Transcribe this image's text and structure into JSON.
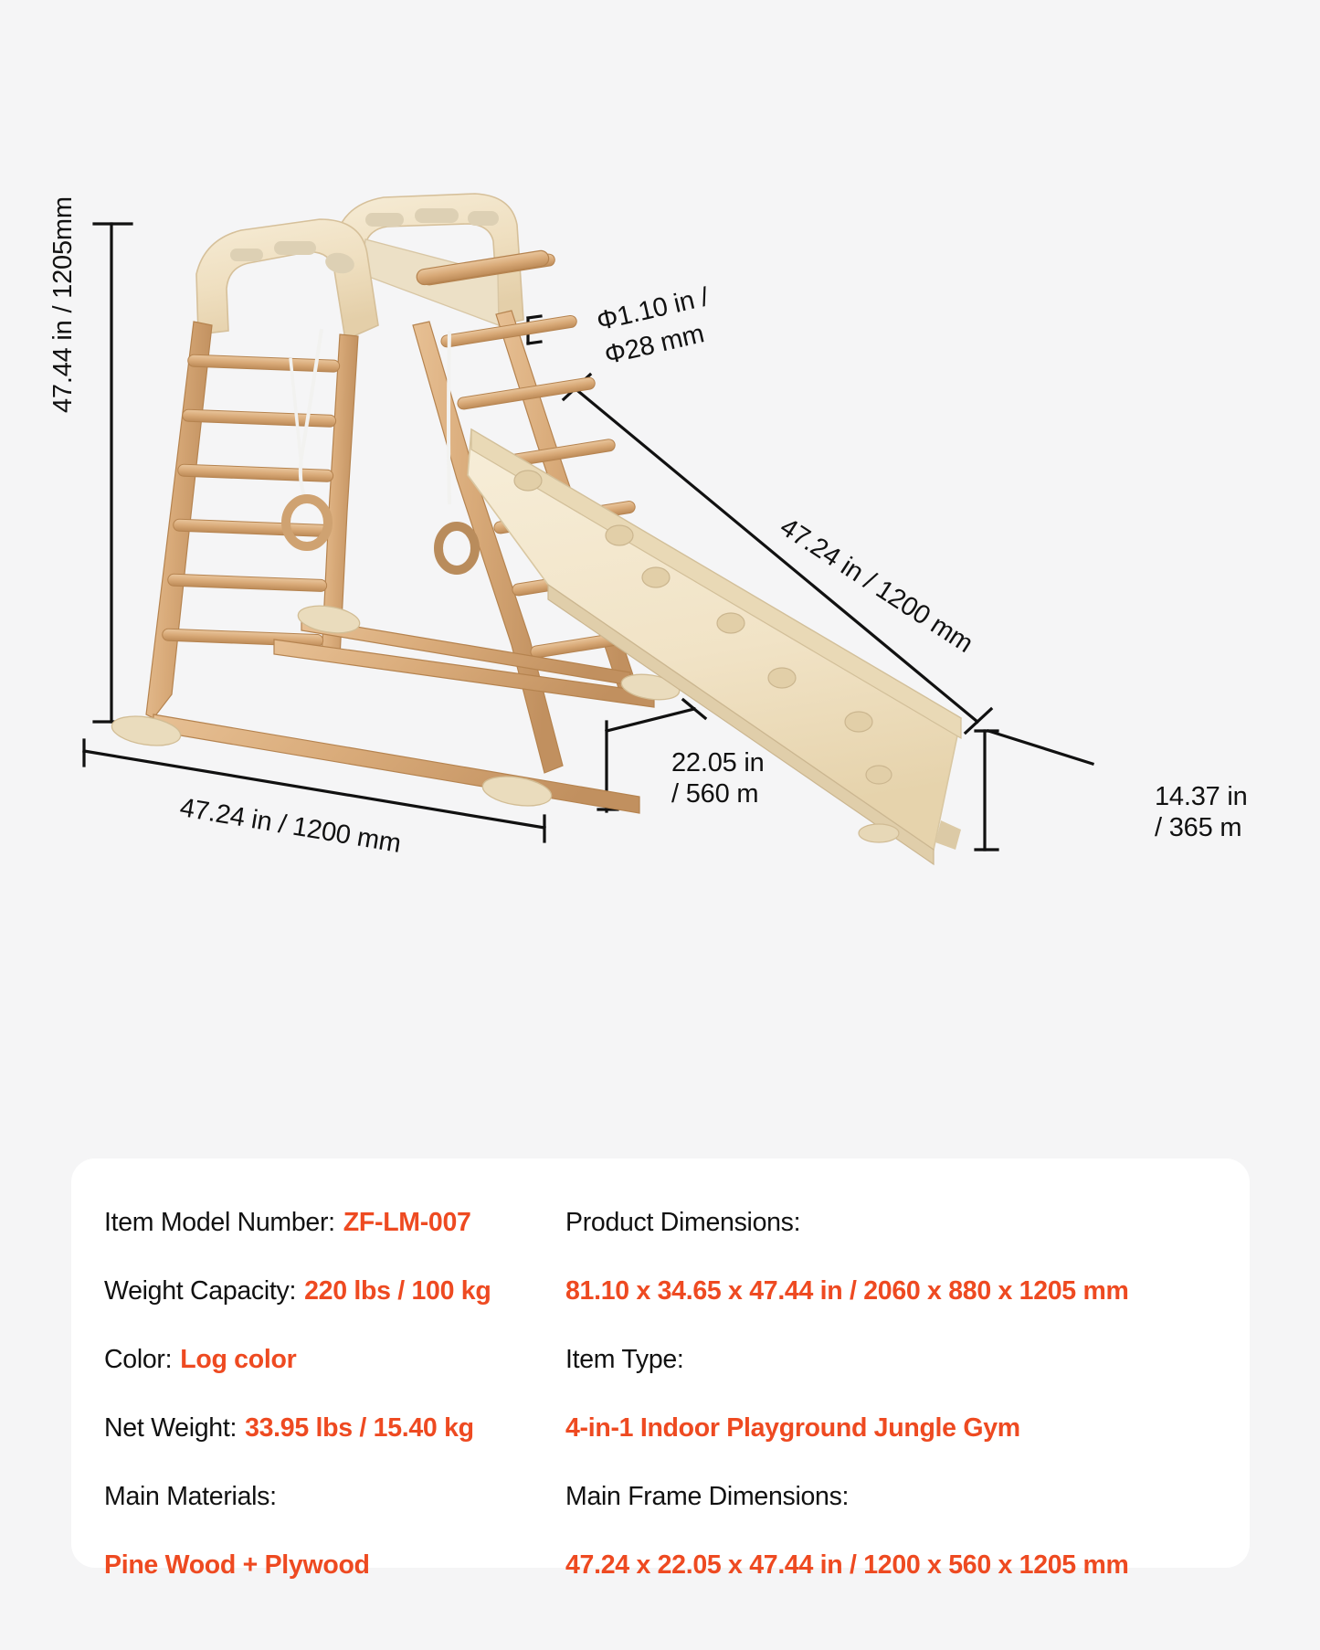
{
  "diagram": {
    "alt_name": "4-in-1 indoor playground jungle gym with climbing ladder, slide ramp and gym rings",
    "dimensions": {
      "height": "47.44 in / 1205mm",
      "rung_diameter": "Φ1.10 in /\nΦ28 mm",
      "slide_length": "47.24 in / 1200 mm",
      "depth": "22.05 in\n/ 560 m",
      "slide_thickness": "14.37 in\n/ 365 m",
      "width": "47.24 in / 1200 mm"
    }
  },
  "spec_card": {
    "rows": [
      {
        "label": "Item Model Number:",
        "value": "ZF-LM-007"
      },
      {
        "label": "Product Dimensions:",
        "value": ""
      },
      {
        "label": "Weight Capacity:",
        "value": "220 lbs / 100 kg"
      },
      {
        "label": "",
        "value": "81.10 x 34.65 x 47.44 in / 2060 x 880 x 1205 mm"
      },
      {
        "label": "Color:",
        "value": "Log color"
      },
      {
        "label": "Item Type:",
        "value": ""
      },
      {
        "label": "Net Weight:",
        "value": "33.95 lbs / 15.40 kg"
      },
      {
        "label": "",
        "value": "4-in-1 Indoor Playground Jungle Gym"
      },
      {
        "label": "Main Materials:",
        "value": ""
      },
      {
        "label": "Main Frame Dimensions:",
        "value": ""
      },
      {
        "label": "",
        "value": "Pine Wood + Plywood"
      },
      {
        "label": "",
        "value": "47.24 x 22.05 x 47.44 in / 1200 x 560 x 1205 mm"
      }
    ]
  },
  "colors": {
    "accent": "#ee4a21",
    "text": "#111111",
    "background": "#f5f5f6",
    "card": "#ffffff",
    "wood_light": "#f0e2c4",
    "wood_mid": "#dcb98a",
    "wood_dark": "#c49a68"
  }
}
